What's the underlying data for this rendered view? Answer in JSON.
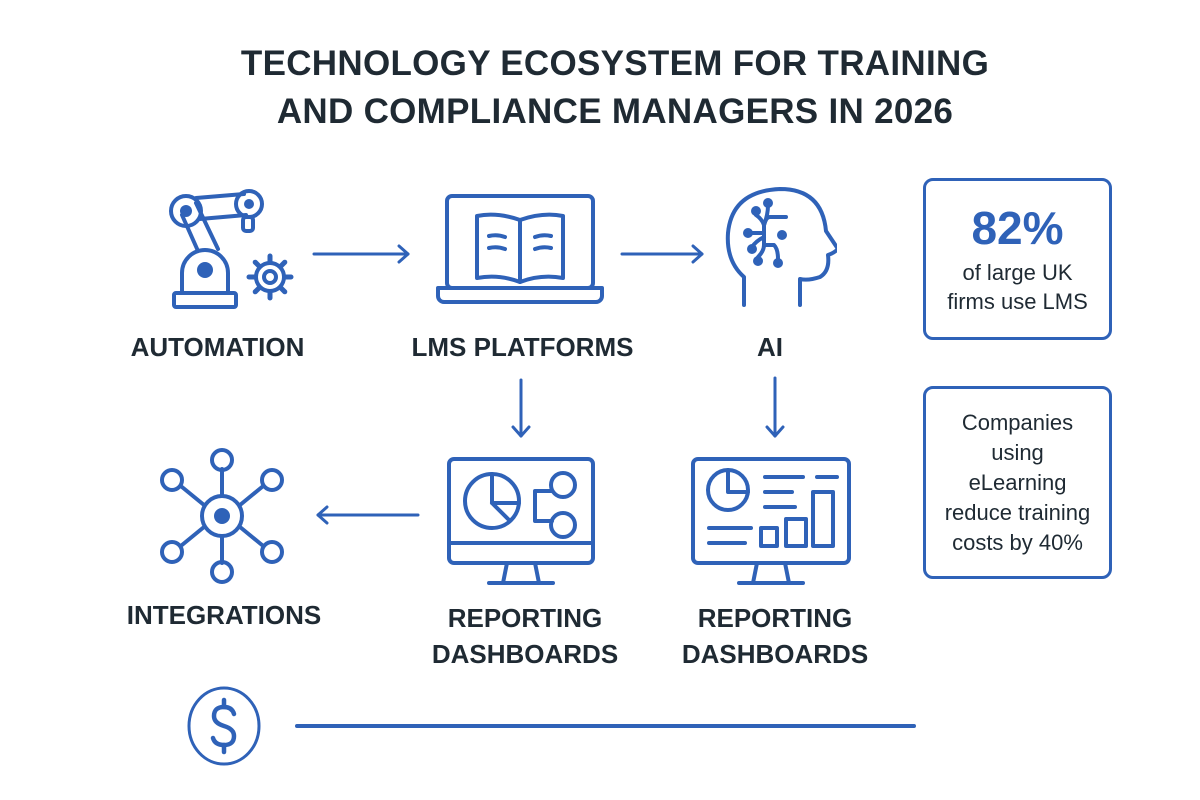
{
  "title": {
    "line1": "TECHNOLOGY ECOSYSTEM FOR TRAINING",
    "line2": "AND COMPLIANCE MANAGERS IN 2026"
  },
  "colors": {
    "accent": "#2f62b8",
    "text": "#1f2a33",
    "background": "#ffffff"
  },
  "nodes": [
    {
      "id": "automation",
      "label": "AUTOMATION",
      "icon": "robot-arm-gear-icon"
    },
    {
      "id": "lms",
      "label": "LMS PLATFORMS",
      "icon": "laptop-open-book-icon"
    },
    {
      "id": "ai",
      "label": "AI",
      "icon": "head-circuit-icon"
    },
    {
      "id": "integrations",
      "label": "INTEGRATIONS",
      "icon": "network-hub-icon"
    },
    {
      "id": "reporting1",
      "label_line1": "REPORTING",
      "label_line2": "DASHBOARDS",
      "icon": "monitor-pie-flow-icon"
    },
    {
      "id": "reporting2",
      "label_line1": "REPORTING",
      "label_line2": "DASHBOARDS",
      "icon": "monitor-dashboard-bars-icon"
    }
  ],
  "edges": [
    {
      "from": "automation",
      "to": "lms",
      "direction": "right"
    },
    {
      "from": "lms",
      "to": "ai",
      "direction": "right"
    },
    {
      "from": "lms",
      "to": "reporting1",
      "direction": "down"
    },
    {
      "from": "ai",
      "to": "reporting2",
      "direction": "down"
    },
    {
      "from": "reporting1",
      "to": "integrations",
      "direction": "left"
    }
  ],
  "stats": [
    {
      "value": "82%",
      "line1": "of large UK",
      "line2": "firms use LMS"
    },
    {
      "line1": "Companies",
      "line2": "using",
      "line3": "eLearning",
      "line4": "reduce training",
      "line5": "costs by 40%"
    }
  ],
  "footer": {
    "icon": "dollar-coin-icon"
  }
}
